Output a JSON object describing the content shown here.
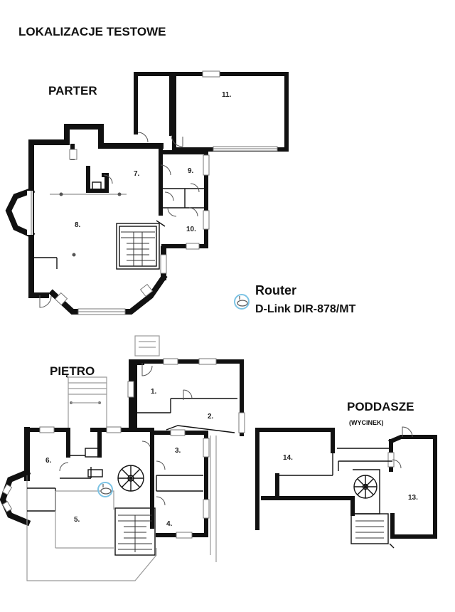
{
  "title": "LOKALIZACJE TESTOWE",
  "floors": {
    "parter": "PARTER",
    "pietro": "PIĘTRO",
    "poddasze": "PODDASZE",
    "poddasze_note": "(WYCINEK)"
  },
  "rooms": {
    "r1": "1.",
    "r2": "2.",
    "r3": "3.",
    "r4": "4.",
    "r5": "5.",
    "r6": "6.",
    "r7": "7.",
    "r8": "8.",
    "r9": "9.",
    "r10": "10.",
    "r11": "11.",
    "r13": "13.",
    "r14": "14."
  },
  "legend": {
    "icon": "router-icon",
    "label": "Router",
    "model": "D-Link DIR-878/MT",
    "ring_color": "#7cc3e4"
  }
}
